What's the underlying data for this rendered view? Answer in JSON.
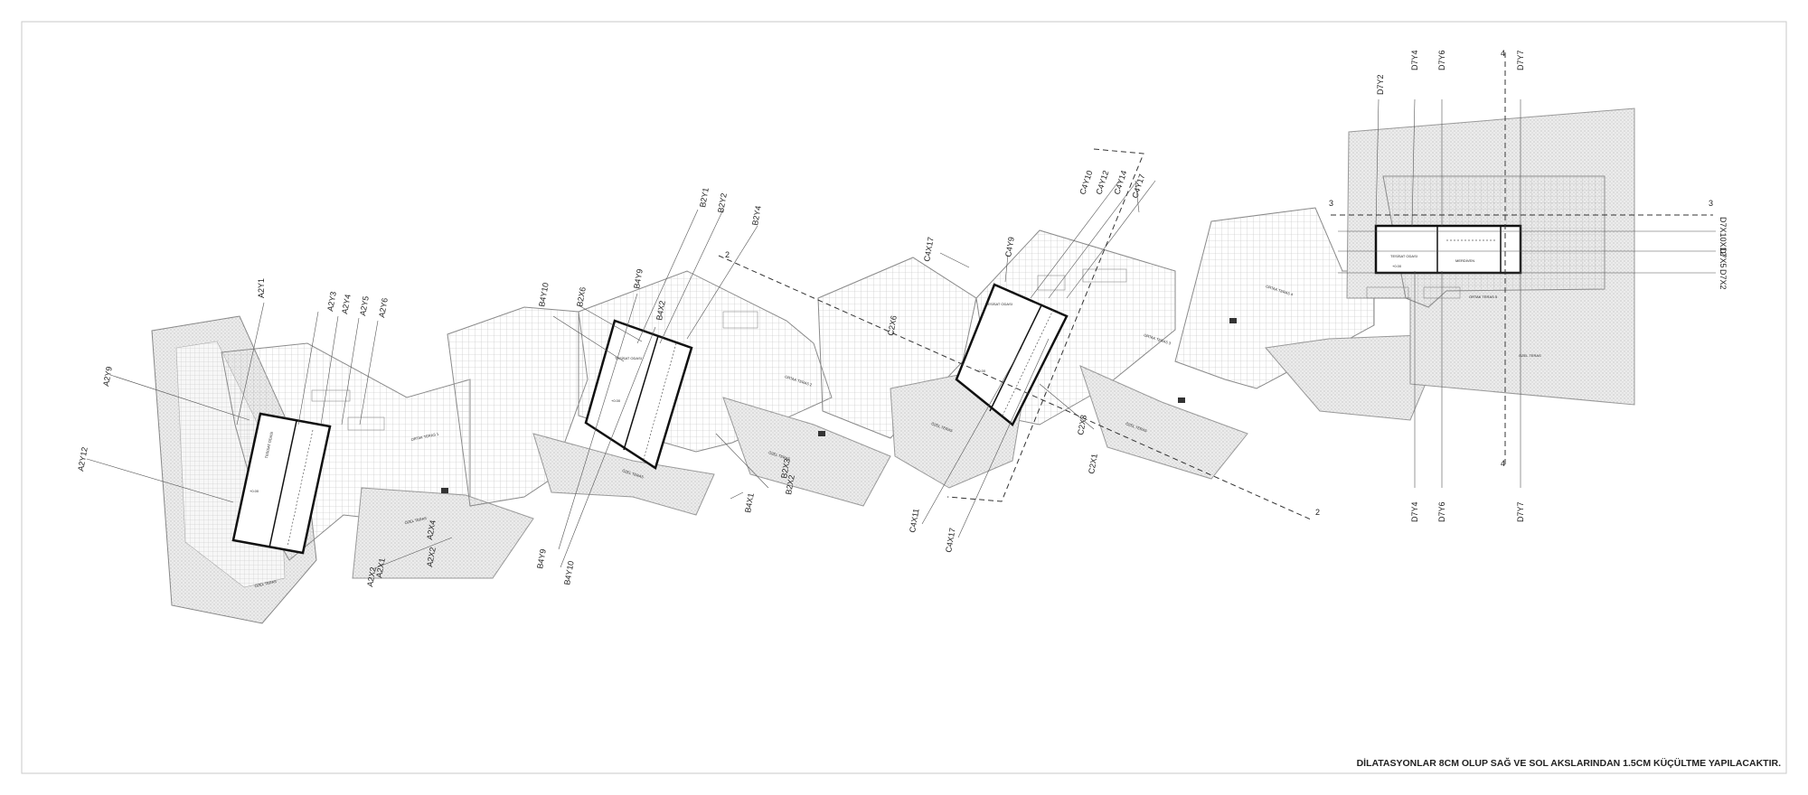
{
  "drawing": {
    "note": "DİLATASYONLAR 8CM OLUP SAĞ VE SOL AKSLARINDAN 1.5CM KÜÇÜLTME YAPILACAKTIR.",
    "axes": {
      "a_top": [
        "A2Y1",
        "A2Y3",
        "A2Y4",
        "A2Y5",
        "A2Y6"
      ],
      "a_left": [
        "A2Y9",
        "A2Y12"
      ],
      "a_bottom": [
        "A2X1",
        "A2X2",
        "A2X4",
        "A2X2"
      ],
      "b_top": [
        "B2Y1",
        "B2Y2",
        "B2Y4",
        "B4Y9",
        "B4Y10",
        "B2X6",
        "B4X2"
      ],
      "b_bottom": [
        "B4Y9",
        "B4Y10",
        "B2X3",
        "B2X2",
        "B4X1"
      ],
      "c_top": [
        "C4Y10",
        "C4Y12",
        "C4Y14",
        "C4Y17",
        "C4X17",
        "C4Y9",
        "C2X6"
      ],
      "c_bottom": [
        "C4X11",
        "C4X17",
        "C2X3",
        "C2X1"
      ],
      "d_top": [
        "D7Y2",
        "D7Y4",
        "D7Y6",
        "D7Y7"
      ],
      "d_bottom": [
        "D7Y4",
        "D7Y6",
        "D7Y7"
      ],
      "d_right": [
        "D7X10X12",
        "D7X5",
        "D7X2"
      ],
      "sections": [
        "2",
        "2",
        "3",
        "3",
        "4",
        "4"
      ]
    },
    "labels": {
      "ortak_teras": [
        "ORTAK TERAS 1",
        "ORTAK TERAS 2",
        "ORTAK TERAS 3",
        "ORTAK TERAS 4",
        "ORTAK TERAS 5"
      ],
      "ozel_teras": "ÖZEL TERAS",
      "room_1": "TESİSAT ODASI",
      "room_2": "MERDİVEN",
      "level": "+0.00"
    }
  }
}
